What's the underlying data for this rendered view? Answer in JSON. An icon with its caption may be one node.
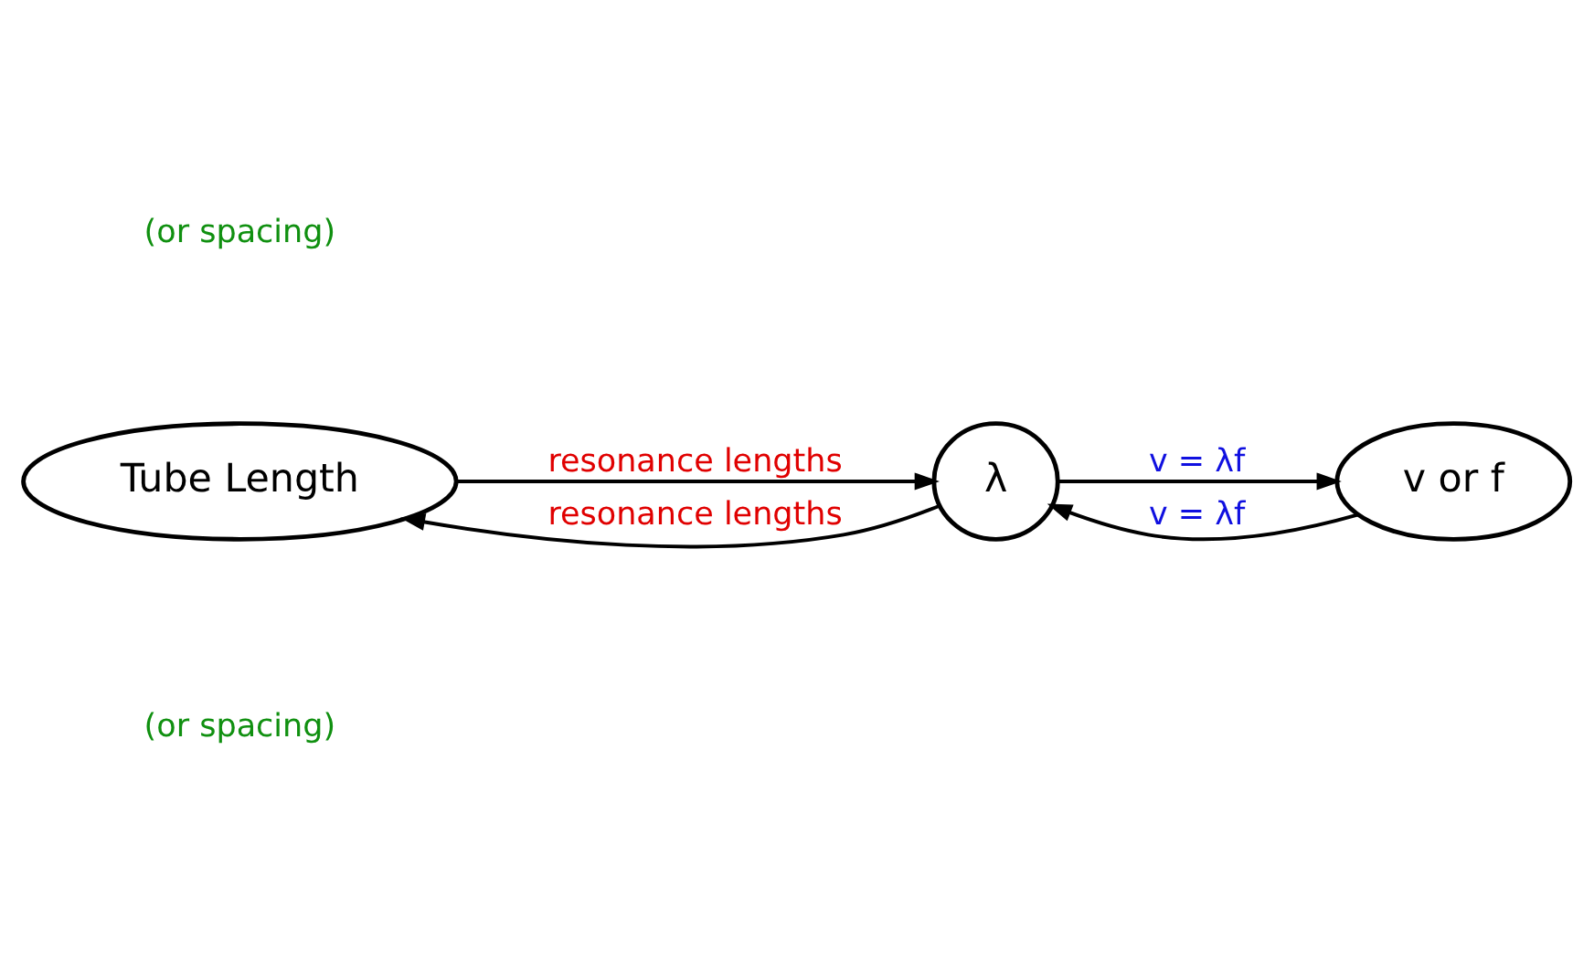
{
  "diagram": {
    "nodes": [
      {
        "text": [
          "Tube Length"
        ]
      },
      {
        "text": [
          "λ"
        ]
      },
      {
        "text": [
          "v or f"
        ]
      }
    ],
    "edges": [
      {
        "from": 0,
        "to": 1,
        "arrow": "to",
        "label": "resonance lengths"
      },
      {
        "from": 1,
        "to": 0,
        "arrow": "to",
        "label": "resonance lengths"
      },
      {
        "from": 1,
        "to": 2,
        "arrow": "to",
        "label": "v = λf"
      },
      {
        "from": 2,
        "to": 1,
        "arrow": "to",
        "label": "v = λf"
      }
    ],
    "labels": [
      "(or spacing)",
      "(or spacing)"
    ]
  }
}
